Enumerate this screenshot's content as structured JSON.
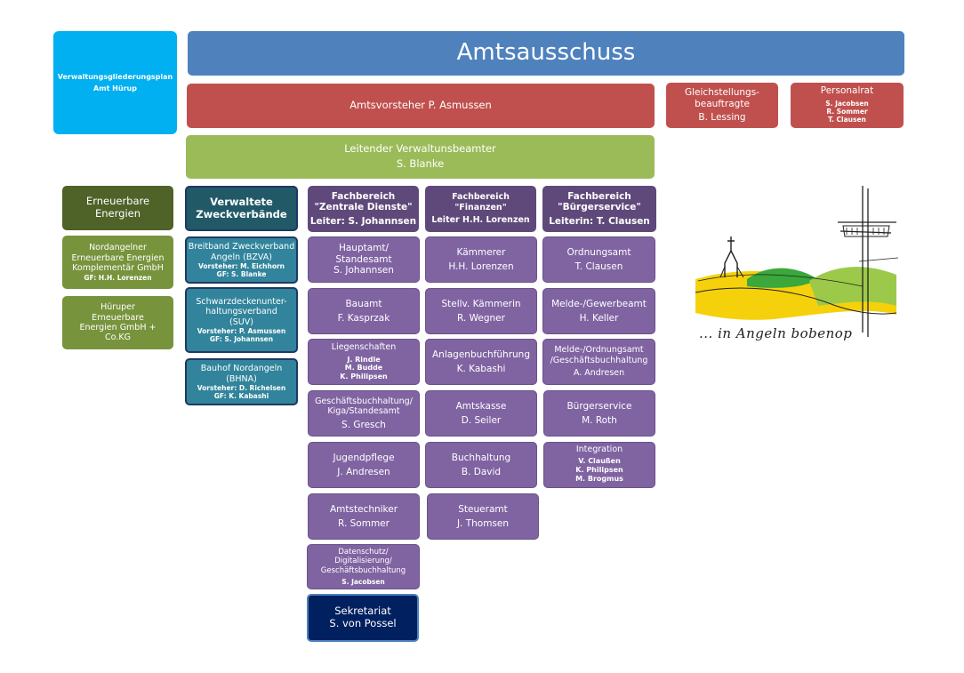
{
  "plan": {
    "line1": "Verwaltungsgliederungsplan",
    "line2": "Amt Hürup"
  },
  "committee": "Amtsausschuss",
  "mayor": "Amtsvorsteher P. Asmussen",
  "equality": {
    "line1": "Gleichstellungs-",
    "line2": "beauftragte",
    "name": "B. Lessing"
  },
  "staff_council": {
    "title": "Personalrat",
    "names": [
      "S. Jacobsen",
      "R. Sommer",
      "T. Clausen"
    ]
  },
  "chief_officer": {
    "title": "Leitender Verwaltunsbeamter",
    "name": "S. Blanke"
  },
  "renewables": {
    "header": {
      "line1": "Erneuerbare",
      "line2": "Energien"
    },
    "nordangelner": {
      "lines": [
        "Nordangelner",
        "Erneuerbare Energien",
        "Komplementär GmbH"
      ],
      "gf": "GF: H.H. Lorenzen"
    },
    "hueruper": {
      "lines": [
        "Hüruper",
        "Erneuerbare",
        "Energien GmbH +",
        "Co.KG"
      ]
    }
  },
  "associations": {
    "header": {
      "line1": "Verwaltete",
      "line2": "Zweckverbände"
    },
    "items": [
      {
        "lines": [
          "Breitband Zweckverband",
          "Angeln (BZVA)"
        ],
        "sub": [
          "Vorsteher: M. Eichhorn",
          "GF: S. Blanke"
        ]
      },
      {
        "lines": [
          "Schwarzdeckenunter-",
          "haltungsverband",
          "(SUV)"
        ],
        "sub": [
          "Vorsteher: P. Asmussen",
          "GF: S. Johannsen"
        ]
      },
      {
        "lines": [
          "Bauhof Nordangeln",
          "(BHNA)"
        ],
        "sub": [
          "Vorsteher: D. Richelsen",
          "GF: K. Kabashi"
        ]
      }
    ]
  },
  "central": {
    "header": {
      "line1": "Fachbereich",
      "line2": "\"Zentrale Dienste\"",
      "lead": "Leiter: S. Johannsen"
    },
    "items": [
      {
        "title": "Hauptamt/",
        "title2": "Standesamt",
        "name": "S. Johannsen"
      },
      {
        "title": "Bauamt",
        "name": "F. Kasprzak"
      },
      {
        "title": "Liegenschaften",
        "names": [
          "J. Rindle",
          "M. Budde",
          "K. Philipsen"
        ]
      },
      {
        "title": "Geschäftsbuchhaltung/",
        "title2": "Kiga/Standesamt",
        "name": "S. Gresch"
      },
      {
        "title": "Jugendpflege",
        "name": "J. Andresen"
      },
      {
        "title": "Amtstechniker",
        "name": "R. Sommer"
      },
      {
        "title": "Datenschutz/",
        "title2": "Digitalisierung/",
        "title3": "Geschäftsbuchhaltung",
        "name": "S. Jacobsen"
      }
    ],
    "secretariat": {
      "title": "Sekretariat",
      "name": "S. von Possel"
    }
  },
  "finance": {
    "header": {
      "line1": "Fachbereich \"Finanzen\"",
      "lead": "Leiter H.H. Lorenzen"
    },
    "items": [
      {
        "title": "Kämmerer",
        "name": "H.H. Lorenzen"
      },
      {
        "title": "Stellv. Kämmerin",
        "name": "R. Wegner"
      },
      {
        "title": "Anlagenbuchführung",
        "name": "K. Kabashi"
      },
      {
        "title": "Amtskasse",
        "name": "D. Seiler"
      },
      {
        "title": "Buchhaltung",
        "name": "B. David"
      },
      {
        "title": "Steueramt",
        "name": "J. Thomsen"
      }
    ]
  },
  "citizen": {
    "header": {
      "line1": "Fachbereich",
      "line2": "\"Bürgerservice\"",
      "lead": "Leiterin: T. Clausen"
    },
    "items": [
      {
        "title": "Ordnungsamt",
        "name": "T. Clausen"
      },
      {
        "title": "Melde-/Gewerbeamt",
        "name": "H. Keller"
      },
      {
        "title": "Melde-/Ordnungsamt",
        "title2": "/Geschäftsbuchhaltung",
        "name": "A. Andresen"
      },
      {
        "title": "Bürgerservice",
        "name": "M. Roth"
      },
      {
        "title": "Integration",
        "names": [
          "V. Claußen",
          "K. Philipsen",
          "M. Brogmus"
        ]
      }
    ]
  },
  "logo": {
    "slogan": "... in Angeln bobenop",
    "icon": "church-hills-logo",
    "colors": {
      "yellow": "#f5d10b",
      "green": "#3aa83a",
      "lightgreen": "#9cc94a"
    }
  }
}
